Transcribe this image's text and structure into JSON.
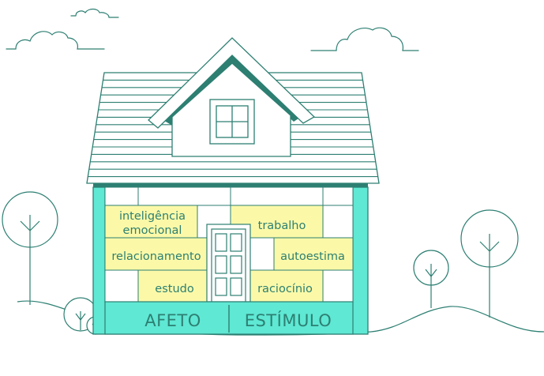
{
  "colors": {
    "line": "#2d7f72",
    "accent": "#5fe8d4",
    "highlight": "#fbf9a8",
    "background": "#ffffff"
  },
  "bricks": {
    "inteligencia_line1": "inteligência",
    "inteligencia_line2": "emocional",
    "trabalho": "trabalho",
    "relacionamento": "relacionamento",
    "autoestima": "autoestima",
    "estudo": "estudo",
    "raciocinio": "raciocínio"
  },
  "foundation": {
    "left": "AFETO",
    "right": "ESTÍMULO"
  }
}
